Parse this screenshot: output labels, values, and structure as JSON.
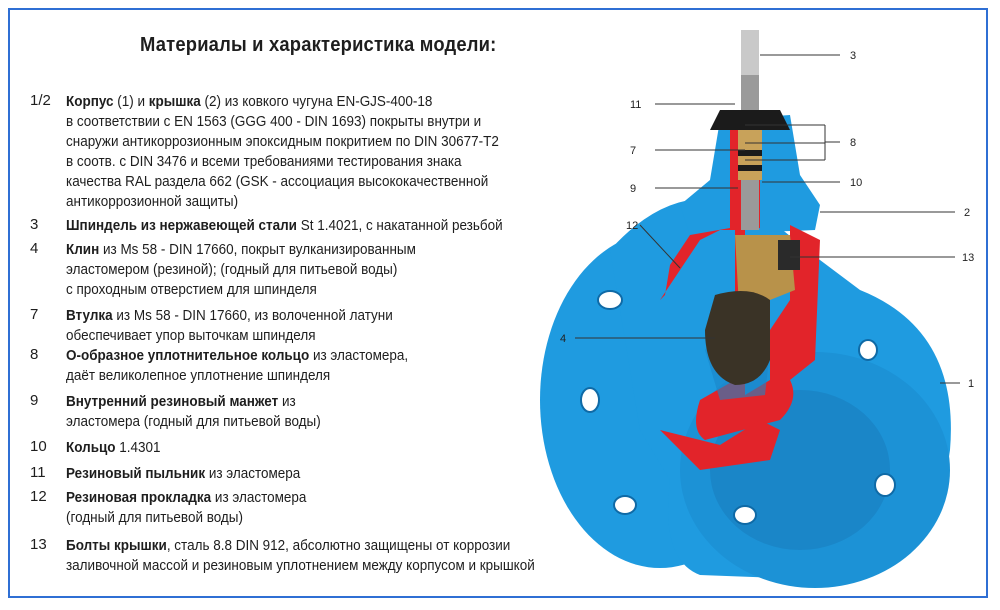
{
  "title": "Материалы и характеристика модели:",
  "items": [
    {
      "num": "1/2",
      "lines": [
        [
          {
            "b": "Корпус"
          },
          {
            "t": " (1) и "
          },
          {
            "b": "крышка"
          },
          {
            "t": " (2)  из ковкого чугуна EN-GJS-400-18"
          }
        ],
        [
          {
            "t": "в соответствии с EN 1563 (GGG 400 - DIN 1693) покрыты внутри и"
          }
        ],
        [
          {
            "t": "снаружи антикоррозионным эпоксидным покритием по DIN 30677-T2"
          }
        ],
        [
          {
            "t": "в соотв. с DIN 3476 и всеми требованиями тестирования знака"
          }
        ],
        [
          {
            "t": "качества RAL раздела 662 (GSK - ассоциация высококачественной"
          }
        ],
        [
          {
            "t": "антикоррозионной защиты)"
          }
        ]
      ]
    },
    {
      "num": "3",
      "lines": [
        [
          {
            "b": "Шпиндель из нержавеющей стали"
          },
          {
            "t": "  St 1.4021, с накатанной резьбой"
          }
        ]
      ]
    },
    {
      "num": "4",
      "lines": [
        [
          {
            "b": "Клин"
          },
          {
            "t": "  из  Ms 58 - DIN 17660, покрыт вулканизированным"
          }
        ],
        [
          {
            "t": "эластомером (резиной); (годный для питьевой воды)"
          }
        ],
        [
          {
            "t": "с проходным отверстием для шпинделя"
          }
        ]
      ]
    },
    {
      "num": "7",
      "lines": [
        [
          {
            "b": "Втулка"
          },
          {
            "t": "  из  Ms 58 - DIN 17660, из волоченной латуни"
          }
        ],
        [
          {
            "t": "обеспечивает упор выточкам шпинделя"
          }
        ]
      ]
    },
    {
      "num": "8",
      "lines": [
        [
          {
            "b": "О-образное уплотнительное кольцо"
          },
          {
            "t": "  из эластомера,"
          }
        ],
        [
          {
            "t": "даёт великолепное уплотнение шпинделя"
          }
        ]
      ]
    },
    {
      "num": "9",
      "lines": [
        [
          {
            "b": "Внутренний резиновый манжет"
          },
          {
            "t": "  из"
          }
        ],
        [
          {
            "t": "эластомера (годный для питьевой воды)"
          }
        ]
      ]
    },
    {
      "num": "10",
      "lines": [
        [
          {
            "b": "Кольцо"
          },
          {
            "t": "  1.4301"
          }
        ]
      ]
    },
    {
      "num": "11",
      "lines": [
        [
          {
            "b": "Резиновый пыльник"
          },
          {
            "t": "  из эластомера"
          }
        ]
      ]
    },
    {
      "num": "12",
      "lines": [
        [
          {
            "b": "Резиновая прокладка"
          },
          {
            "t": "  из эластомера"
          }
        ],
        [
          {
            "t": "(годный для питьевой воды)"
          }
        ]
      ]
    },
    {
      "num": "13",
      "lines": [
        [
          {
            "b": "Болты крышки"
          },
          {
            "t": ",  сталь 8.8 DIN 912, абсолютно защищены от коррозии"
          }
        ],
        [
          {
            "t": "заливочной массой и резиновым уплотнением между корпусом и крышкой"
          }
        ]
      ]
    }
  ],
  "callouts": [
    "1",
    "2",
    "3",
    "4",
    "7",
    "8",
    "9",
    "10",
    "11",
    "12",
    "13"
  ],
  "colors": {
    "body": "#1f9be0",
    "cutaway": "#e2242a",
    "brass": "#b8924a",
    "frame": "#2f6fd4"
  }
}
